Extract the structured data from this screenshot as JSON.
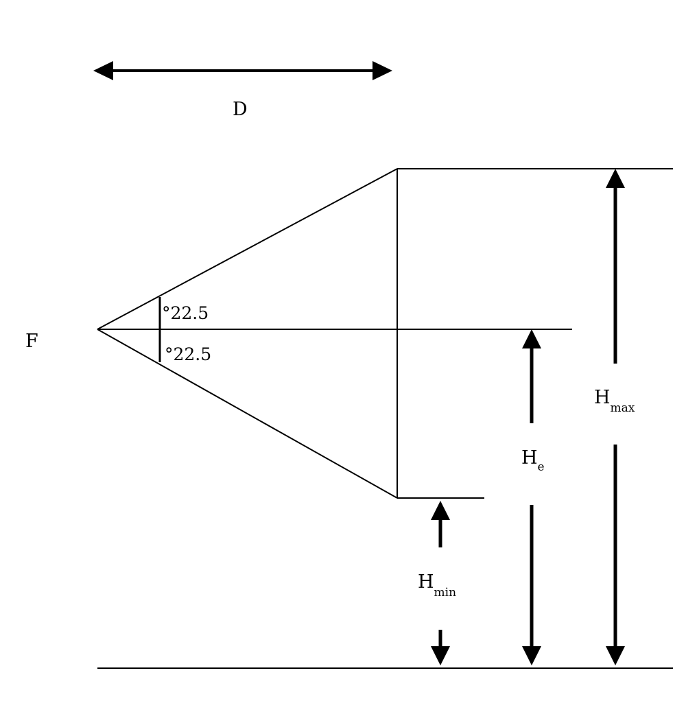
{
  "labels": {
    "distance": "D",
    "focal_point": "F",
    "angle_upper": "°22.5",
    "angle_lower": "°22.5",
    "h_max_main": "H",
    "h_max_sub": "max",
    "h_e_main": "H",
    "h_e_sub": "e",
    "h_min_main": "H",
    "h_min_sub": "min"
  }
}
